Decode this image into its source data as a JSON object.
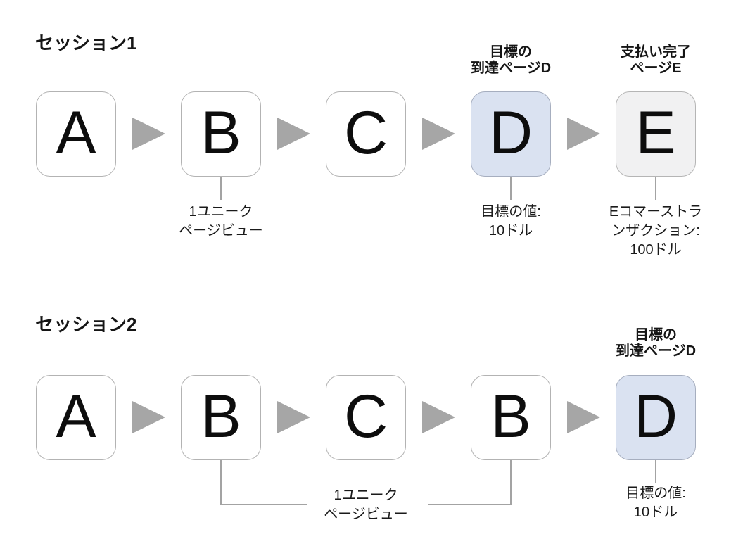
{
  "colors": {
    "goal_box_fill": "#dae2f1",
    "goal_box_border": "#a6aebf",
    "payment_box_fill": "#f1f1f2",
    "payment_box_border": "#b5b5b5",
    "box_border": "#b3b3b3",
    "arrow": "#a6a6a6",
    "connector": "#a3a3a3"
  },
  "sessions": [
    {
      "title": "セッション1",
      "boxes": [
        "A",
        "B",
        "C",
        "D",
        "E"
      ],
      "labels_above": {
        "d": [
          "目標の",
          "到達ページD"
        ],
        "e": [
          "支払い完了",
          "ページE"
        ]
      },
      "notes": {
        "b": [
          "1ユニーク",
          "ページビュー"
        ],
        "d": [
          "目標の値:",
          "10ドル"
        ],
        "e": [
          "Eコマーストラ",
          "ンザクション:",
          "100ドル"
        ]
      }
    },
    {
      "title": "セッション2",
      "boxes": [
        "A",
        "B",
        "C",
        "B",
        "D"
      ],
      "labels_above": {
        "d": [
          "目標の",
          "到達ページD"
        ]
      },
      "notes": {
        "b_shared": [
          "1ユニーク",
          "ページビュー"
        ],
        "d": [
          "目標の値:",
          "10ドル"
        ]
      }
    }
  ]
}
